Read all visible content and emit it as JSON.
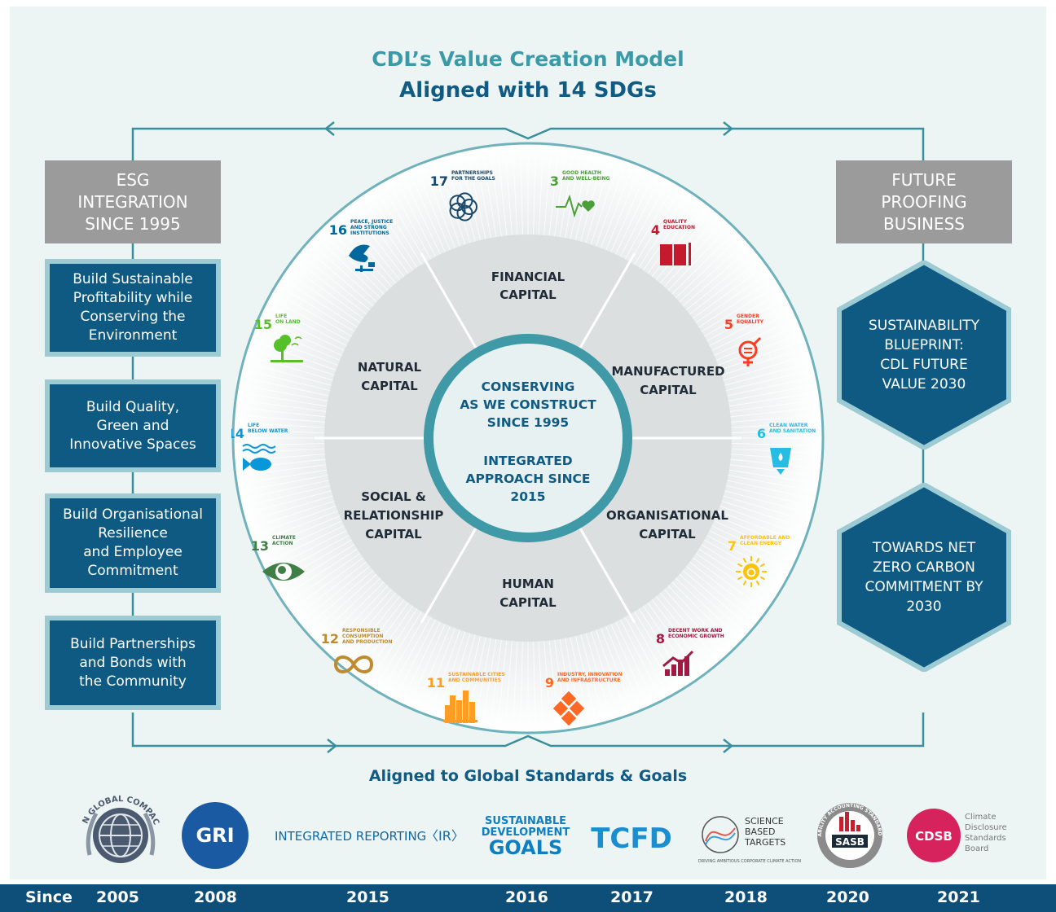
{
  "title": {
    "line1": "CDL’s Value Creation Model",
    "line2": "Aligned with 14 SDGs"
  },
  "left_header": "ESG\nINTEGRATION\nSINCE 1995",
  "right_header": "FUTURE\nPROOFING\nBUSINESS",
  "left_goals": [
    "Build Sustainable\nProfitability while\nConserving the\nEnvironment",
    "Build Quality,\nGreen and\nInnovative Spaces",
    "Build Organisational\nResilience\nand Employee\nCommitment",
    "Build Partnerships\nand Bonds with\nthe Community"
  ],
  "right_hexagons": [
    "SUSTAINABILITY\nBLUEPRINT:\nCDL FUTURE\nVALUE 2030",
    "TOWARDS NET\nZERO CARBON\nCOMMITMENT BY\n2030"
  ],
  "center": {
    "line1": "CONSERVING",
    "line2": "AS WE CONSTRUCT",
    "line3": "SINCE 1995",
    "line4": "INTEGRATED",
    "line5": "APPROACH SINCE",
    "line6": "2015"
  },
  "capitals": {
    "financial": [
      "FINANCIAL",
      "CAPITAL"
    ],
    "manufactured": [
      "MANUFACTURED",
      "CAPITAL"
    ],
    "organisational": [
      "ORGANISATIONAL",
      "CAPITAL"
    ],
    "human": [
      "HUMAN",
      "CAPITAL"
    ],
    "social": [
      "SOCIAL &",
      "RELATIONSHIP",
      "CAPITAL"
    ],
    "natural": [
      "NATURAL",
      "CAPITAL"
    ]
  },
  "sdgs": [
    {
      "num": "17",
      "lines": [
        "PARTNERSHIPS",
        "FOR THE GOALS"
      ],
      "color": "#19486a",
      "icon": "flower-icon"
    },
    {
      "num": "3",
      "lines": [
        "GOOD HEALTH",
        "AND WELL-BEING"
      ],
      "color": "#4c9f38",
      "icon": "heartbeat-icon"
    },
    {
      "num": "4",
      "lines": [
        "QUALITY",
        "EDUCATION"
      ],
      "color": "#c5192d",
      "icon": "book-icon"
    },
    {
      "num": "5",
      "lines": [
        "GENDER",
        "EQUALITY"
      ],
      "color": "#ff3a21",
      "icon": "gender-icon"
    },
    {
      "num": "6",
      "lines": [
        "CLEAN WATER",
        "AND SANITATION"
      ],
      "color": "#26bde2",
      "icon": "water-glass-icon"
    },
    {
      "num": "7",
      "lines": [
        "AFFORDABLE AND",
        "CLEAN ENERGY"
      ],
      "color": "#fcc30b",
      "icon": "sun-power-icon"
    },
    {
      "num": "8",
      "lines": [
        "DECENT WORK AND",
        "ECONOMIC GROWTH"
      ],
      "color": "#a21942",
      "icon": "growth-chart-icon"
    },
    {
      "num": "9",
      "lines": [
        "INDUSTRY, INNOVATION",
        "AND INFRASTRUCTURE"
      ],
      "color": "#fd6925",
      "icon": "cubes-icon"
    },
    {
      "num": "11",
      "lines": [
        "SUSTAINABLE CITIES",
        "AND COMMUNITIES"
      ],
      "color": "#fd9d24",
      "icon": "city-icon"
    },
    {
      "num": "12",
      "lines": [
        "RESPONSIBLE",
        "CONSUMPTION",
        "AND PRODUCTION"
      ],
      "color": "#bf8b2e",
      "icon": "infinity-icon"
    },
    {
      "num": "13",
      "lines": [
        "CLIMATE",
        "ACTION"
      ],
      "color": "#3f7e44",
      "icon": "earth-eye-icon"
    },
    {
      "num": "14",
      "lines": [
        "LIFE",
        "BELOW WATER"
      ],
      "color": "#0a97d9",
      "icon": "fish-icon"
    },
    {
      "num": "15",
      "lines": [
        "LIFE",
        "ON LAND"
      ],
      "color": "#56c02b",
      "icon": "tree-icon"
    },
    {
      "num": "16",
      "lines": [
        "PEACE, JUSTICE",
        "AND STRONG",
        "INSTITUTIONS"
      ],
      "color": "#00689d",
      "icon": "dove-icon"
    }
  ],
  "standards_title": "Aligned to Global Standards & Goals",
  "logos": {
    "ungc": "UN GLOBAL COMPACT",
    "gri": "GRI",
    "ir": "INTEGRATED REPORTING",
    "ir_mark": "〈IR〉",
    "sdg": [
      "SUSTAINABLE",
      "DEVELOPMENT",
      "GOALS"
    ],
    "tcfd": "TCFD",
    "sbt": [
      "SCIENCE",
      "BASED",
      "TARGETS"
    ],
    "sbt_tag": "DRIVING AMBITIOUS CORPORATE CLIMATE ACTION",
    "sasb": "SASB",
    "sasb_ring": "SUSTAINABILITY ACCOUNTING STANDARDS BOARD",
    "cdsb": "CDSB",
    "cdsb_text": [
      "Climate",
      "Disclosure",
      "Standards",
      "Board"
    ]
  },
  "years": {
    "since": "Since",
    "list": [
      "2005",
      "2008",
      "2015",
      "2016",
      "2017",
      "2018",
      "2020",
      "2021"
    ]
  },
  "colors": {
    "teal": "#3a9aa7",
    "navy": "#0e5a83",
    "grey": "#9b9b9b",
    "light_teal": "#9ccbd3"
  }
}
